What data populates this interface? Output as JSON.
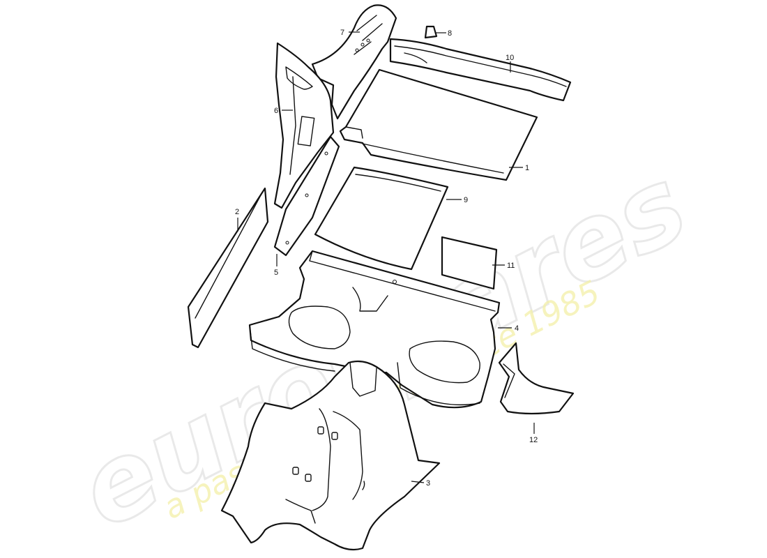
{
  "watermark": {
    "brand": "eurospares",
    "tagline": "a passion for parts since 1985"
  },
  "callouts": [
    {
      "id": "1",
      "label": "1"
    },
    {
      "id": "2",
      "label": "2"
    },
    {
      "id": "3",
      "label": "3"
    },
    {
      "id": "4",
      "label": "4"
    },
    {
      "id": "5",
      "label": "5"
    },
    {
      "id": "6",
      "label": "6"
    },
    {
      "id": "7",
      "label": "7"
    },
    {
      "id": "8",
      "label": "8"
    },
    {
      "id": "9",
      "label": "9"
    },
    {
      "id": "10",
      "label": "10"
    },
    {
      "id": "11",
      "label": "11"
    },
    {
      "id": "12",
      "label": "12"
    }
  ]
}
